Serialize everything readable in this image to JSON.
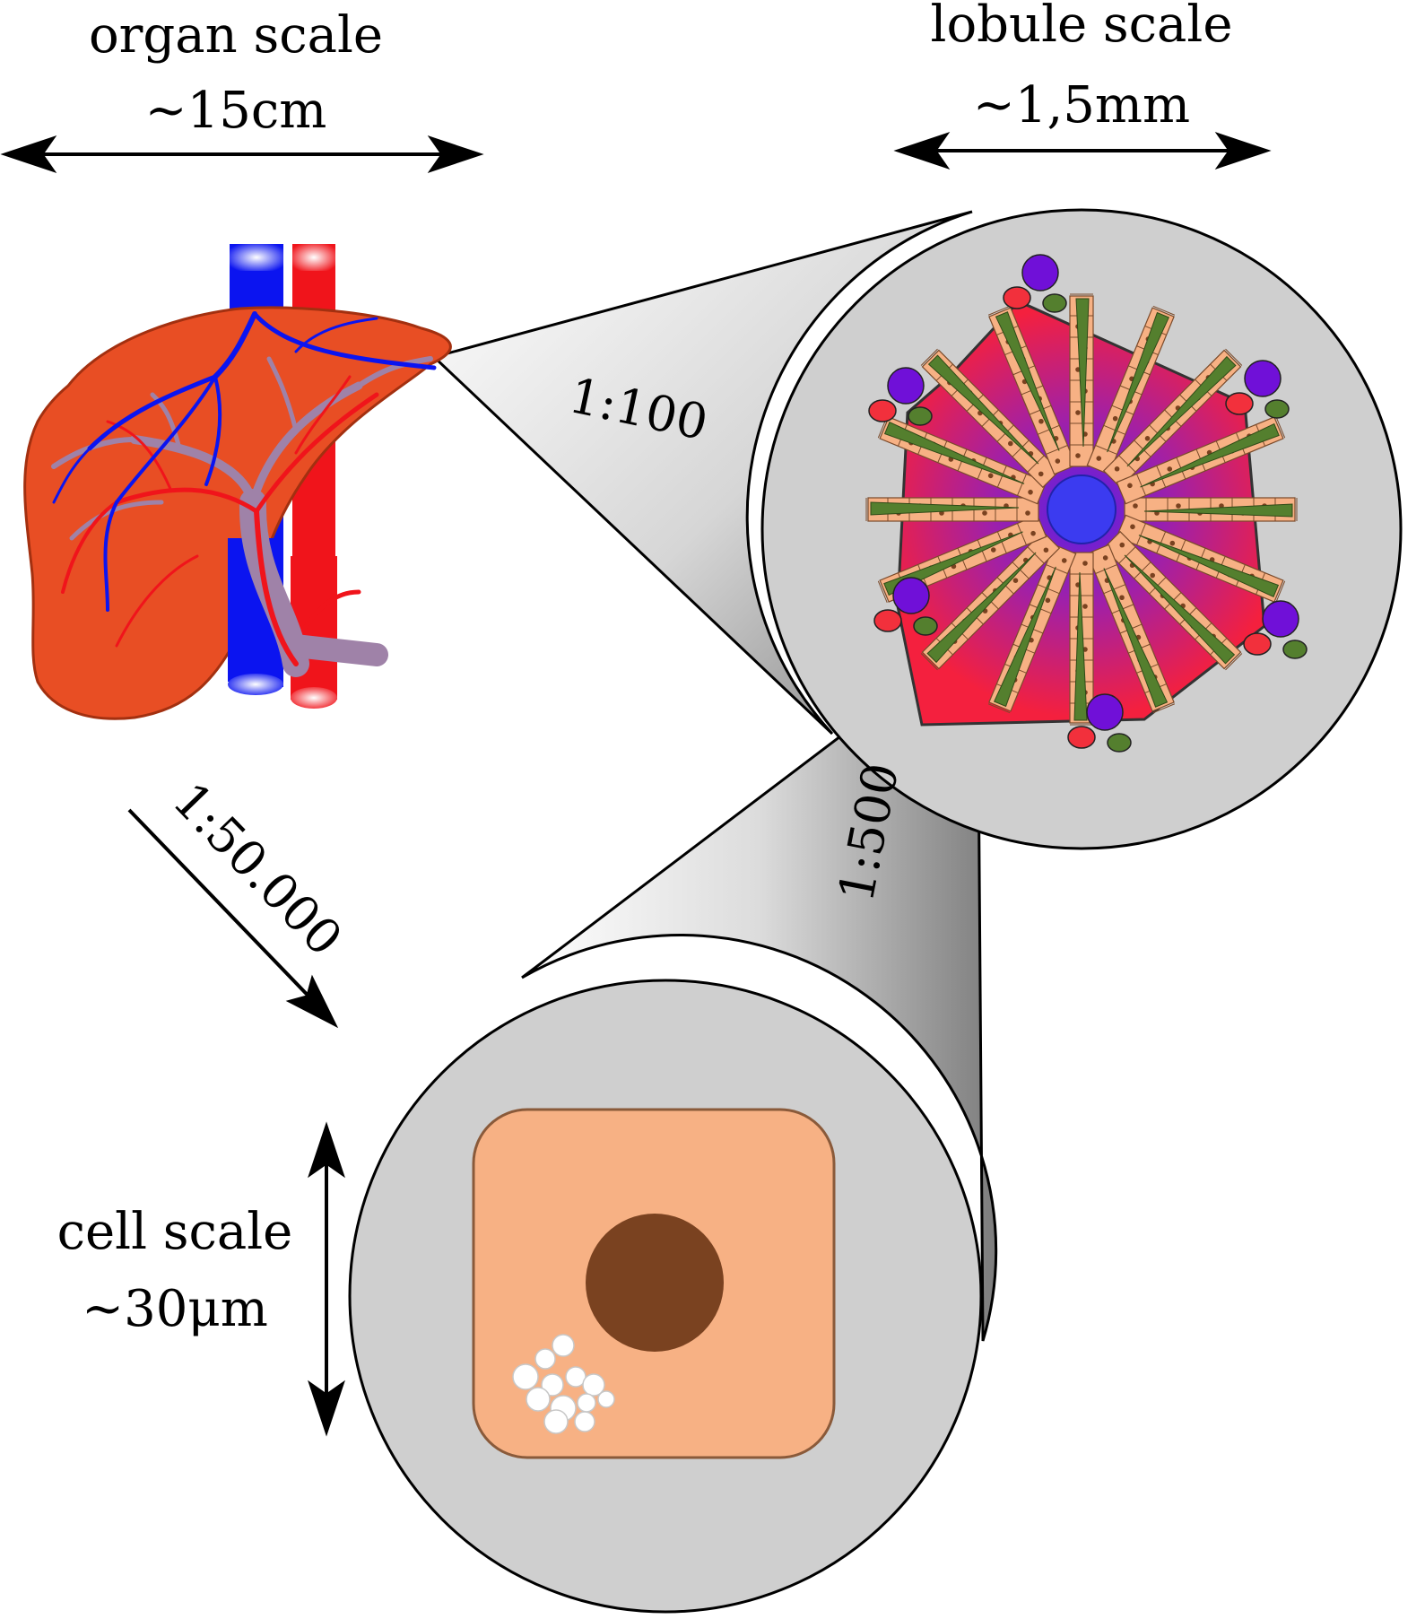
{
  "labels": {
    "organ_title": "organ scale",
    "organ_size": "~15cm",
    "lobule_title": "lobule scale",
    "lobule_size": "~1,5mm",
    "cell_title": "cell scale",
    "cell_size": "~30μm",
    "ratio_lobule": "1:100",
    "ratio_cell": "1:500",
    "ratio_organ": "1:50.000"
  },
  "colors": {
    "liver": "#e84e24",
    "liver_outline": "#a33010",
    "vein_blue": "#0b14f0",
    "artery_red": "#f0141b",
    "portal_gray": "#9f82a8",
    "zoom_gray": "#cfcfcf",
    "zoom_cone_dark": "#8f8f8f",
    "hepatocyte": "#f7b184",
    "sinusoid_red": "#f12b45",
    "sinusoid_purple": "#6a1fe0",
    "bile_green": "#547f2e",
    "central_vein": "#3b3bf0",
    "nucleus": "#7a4220",
    "lipid": "#ffffff"
  }
}
